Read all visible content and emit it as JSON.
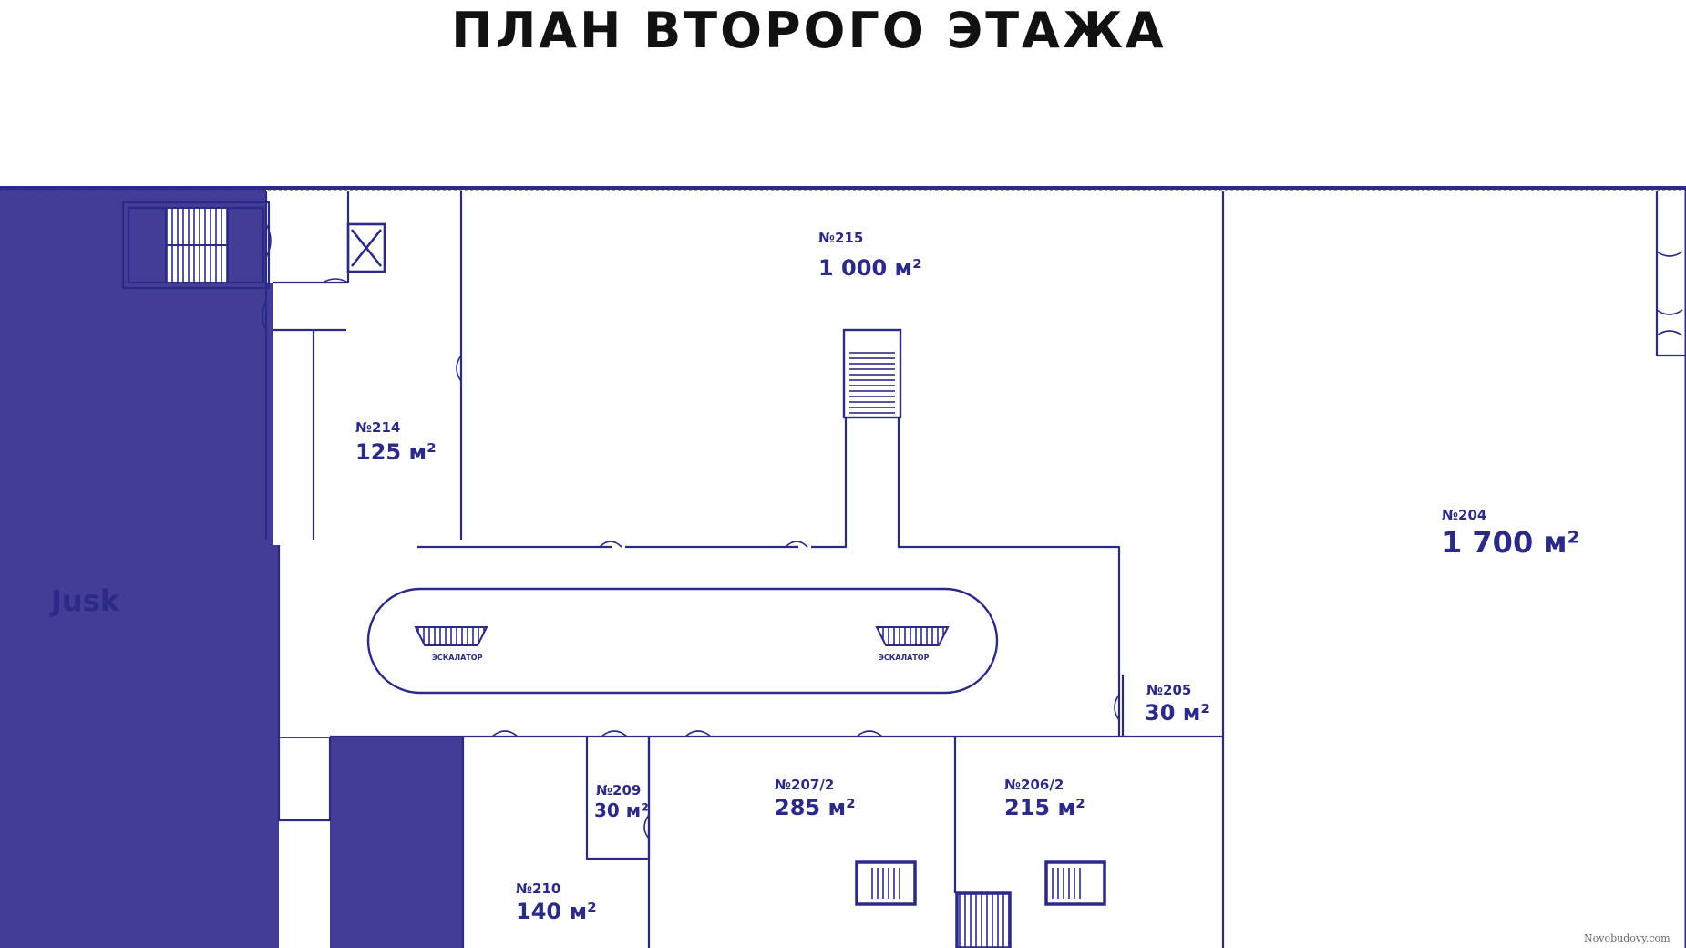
{
  "title": "ПЛАН ВТОРОГО ЭТАЖА",
  "colors": {
    "line": "#2b2a86",
    "tenant_fill": "#443d98",
    "tenant_text": "#2b2a86",
    "title_text": "#111111",
    "background": "#ffffff"
  },
  "rooms": [
    {
      "id": "215",
      "number": "№215",
      "area": "1 000 м²"
    },
    {
      "id": "214",
      "number": "№214",
      "area": "125 м²"
    },
    {
      "id": "204",
      "number": "№204",
      "area": "1 700 м²"
    },
    {
      "id": "205",
      "number": "№205",
      "area": "30 м²"
    },
    {
      "id": "209",
      "number": "№209",
      "area": "30 м²"
    },
    {
      "id": "207-2",
      "number": "№207/2",
      "area": "285 м²"
    },
    {
      "id": "206-2",
      "number": "№206/2",
      "area": "215 м²"
    },
    {
      "id": "210",
      "number": "№210",
      "area": "140 м²"
    }
  ],
  "tenant": {
    "name": "Jusk"
  },
  "escalators": [
    {
      "label": "ЭСКАЛАТОР"
    },
    {
      "label": "ЭСКАЛАТОР"
    }
  ],
  "credit": "Novobudovy.com",
  "icons": [
    "stair-icon",
    "elevator-icon",
    "escalator-icon"
  ]
}
